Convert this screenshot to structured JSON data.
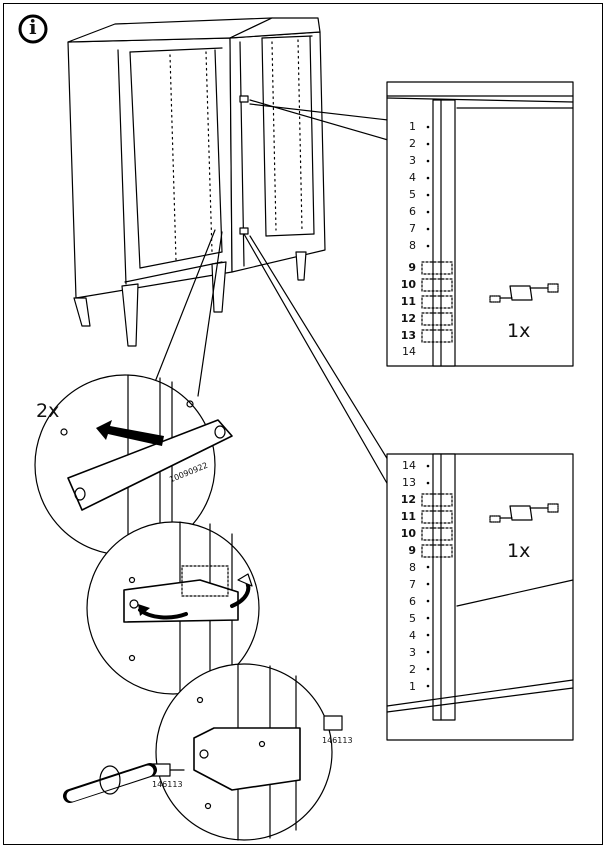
{
  "info_icon": {
    "glyph": "i",
    "name": "info-icon"
  },
  "top_detail": {
    "hole_numbers": [
      "1",
      "2",
      "3",
      "4",
      "5",
      "6",
      "7",
      "8",
      "9",
      "10",
      "11",
      "12",
      "13",
      "14"
    ],
    "bold_holes": [
      "9",
      "10",
      "11",
      "12",
      "13"
    ],
    "quantity": "1x"
  },
  "bottom_detail": {
    "hole_numbers": [
      "14",
      "13",
      "12",
      "11",
      "10",
      "9",
      "8",
      "7",
      "6",
      "5",
      "4",
      "3",
      "2",
      "1"
    ],
    "bold_holes": [
      "12",
      "11",
      "10",
      "9"
    ],
    "quantity": "1x"
  },
  "step1": {
    "quantity": "2x",
    "part_number": "10090922"
  },
  "step3": {
    "part_number_screw_a": "146113",
    "part_number_screw_b": "146113"
  }
}
